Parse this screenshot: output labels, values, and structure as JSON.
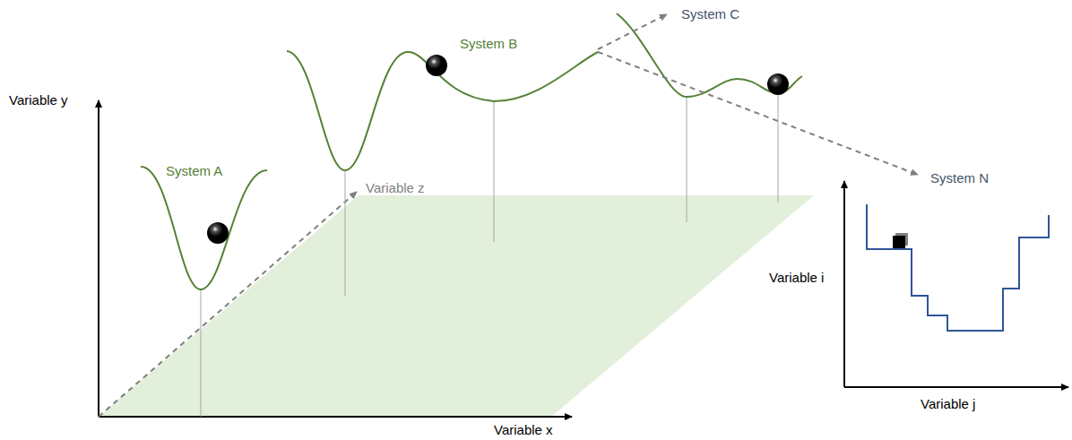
{
  "diagram": {
    "labels": [
      "System C",
      "System B",
      "Variable y",
      "System A",
      "Variable z",
      "System N",
      "Variable i",
      "Variable j",
      "Variable x"
    ]
  }
}
